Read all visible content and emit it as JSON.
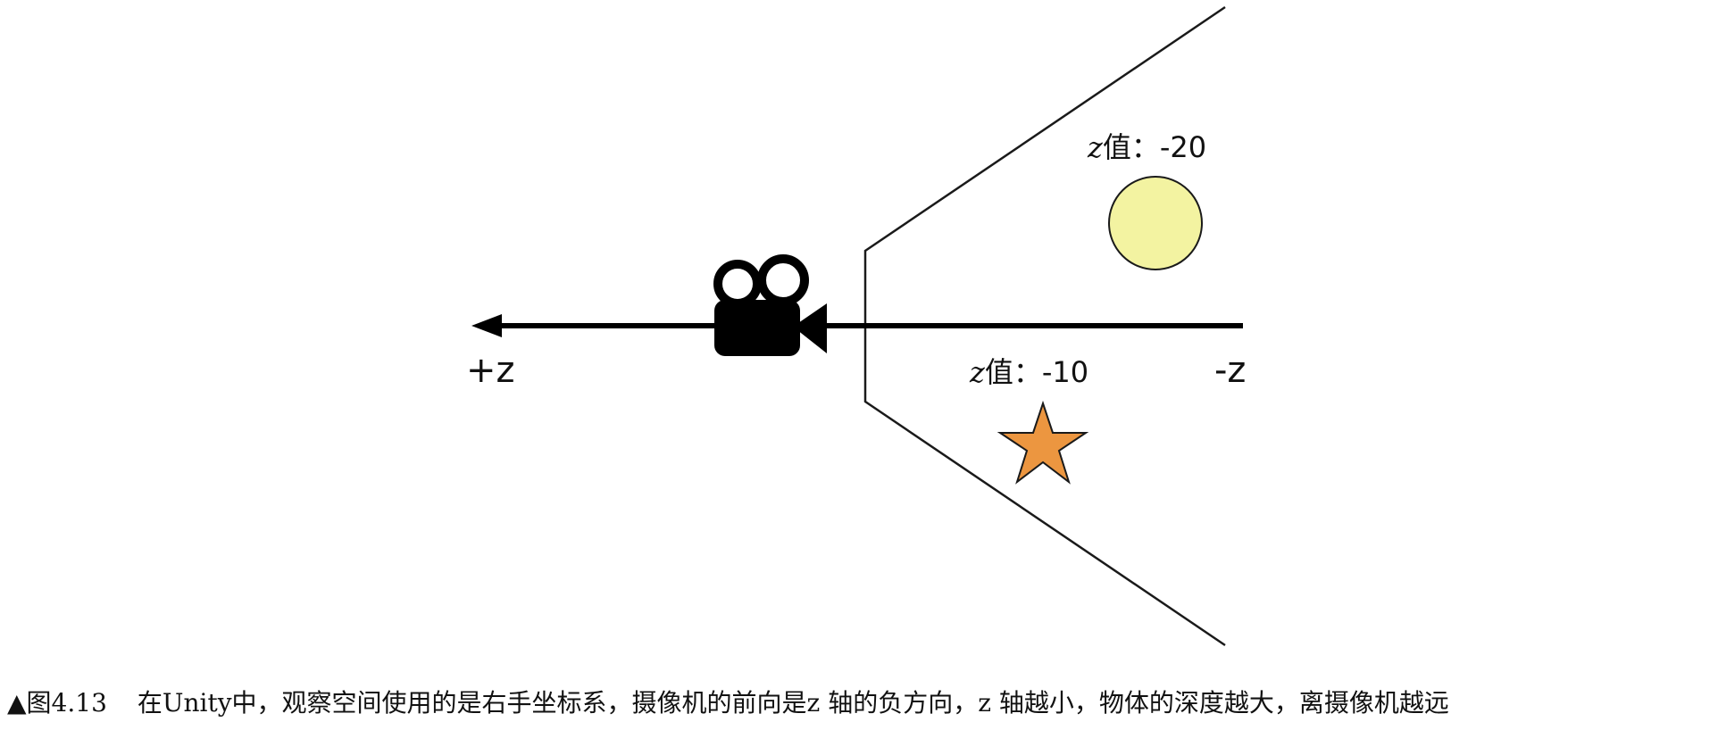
{
  "diagram": {
    "axis": {
      "positive_label": "+z",
      "negative_label": "-z"
    },
    "objects": [
      {
        "name": "sphere",
        "label_prefix": "z",
        "label_value": "值：-20",
        "color": "#f3f3a1"
      },
      {
        "name": "star",
        "label_prefix": "z",
        "label_value": "值：-10",
        "color": "#ec9640"
      }
    ],
    "icons": {
      "camera": "video-camera-icon"
    }
  },
  "caption": {
    "figure_number": "▲图4.13",
    "text": "在Unity中，观察空间使用的是右手坐标系，摄像机的前向是z 轴的负方向，z 轴越小，物体的深度越大，离摄像机越远"
  }
}
